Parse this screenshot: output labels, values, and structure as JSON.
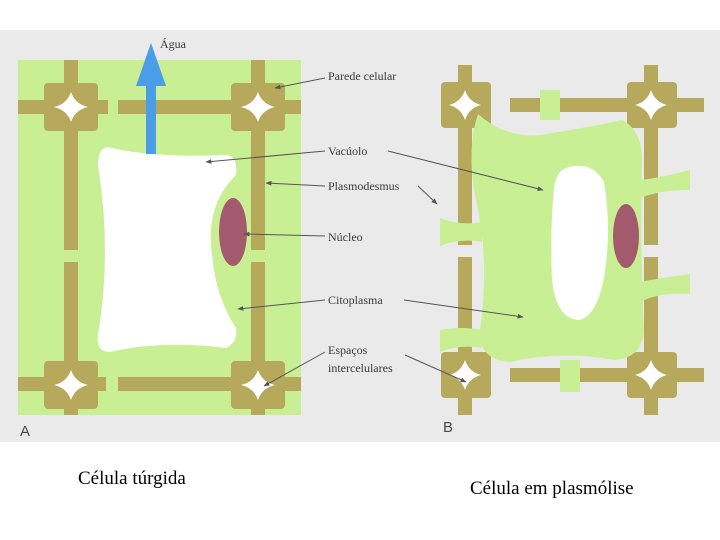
{
  "figure": {
    "labels": {
      "water": "Água",
      "cell_wall": "Parede celular",
      "vacuole": "Vacúolo",
      "plasmodesmus": "Plasmodesmus",
      "nucleus": "Núcleo",
      "cytoplasm": "Citoplasma",
      "intercellular_1": "Espaços",
      "intercellular_2": "intercelulares"
    },
    "panel_a_letter": "A",
    "panel_b_letter": "B",
    "colors": {
      "background_panel": "#eaeaea",
      "wall": "#b6a95c",
      "cytoplasm": "#c9ef95",
      "vacuole": "#ffffff",
      "nucleus": "#a35a6c",
      "water_arrow": "#4a9ee8"
    }
  },
  "captions": {
    "turgid": "Célula túrgida",
    "plasmolysis": "Célula em plasmólise"
  }
}
